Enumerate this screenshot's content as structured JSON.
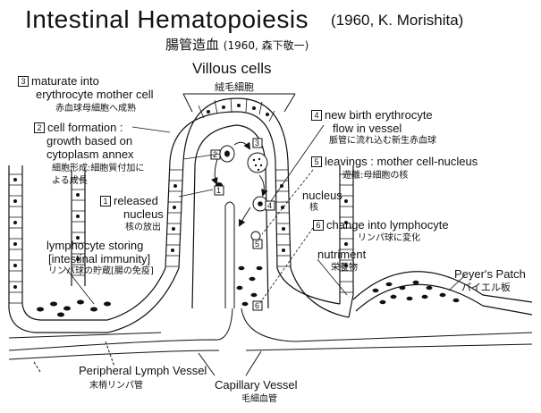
{
  "title": {
    "main": "Intestinal Hematopoiesis",
    "sub": "(1960, K. Morishita)",
    "jp": "腸管造血",
    "jp_sub": "(1960, 森下敬一)"
  },
  "villous": {
    "label": "Villous cells",
    "jp": "絨毛細胞"
  },
  "labels": {
    "s3": {
      "num": "3",
      "en1": "maturate into",
      "en2": "erythrocyte mother cell",
      "jp": "赤血球母細胞へ成熟"
    },
    "s2": {
      "num": "2",
      "en1": "cell formation :",
      "en2": "growth based on",
      "en3": "cytoplasm annex",
      "jp1": "細胞形成:細胞質付加に",
      "jp2": "よる成長"
    },
    "s1": {
      "num": "1",
      "en1": "released",
      "en2": "nucleus",
      "jp": "核の放出"
    },
    "s4": {
      "num": "4",
      "en1": "new birth erythrocyte",
      "en2": "flow in vessel",
      "jp": "脈管に流れ込む新生赤血球"
    },
    "s5": {
      "num": "5",
      "en": "leavings : mother cell-nucleus",
      "jp": "遊離:母細胞の核"
    },
    "nucleus": {
      "en": "nucleus",
      "jp": "核"
    },
    "s6": {
      "num": "6",
      "en": "change into lymphocyte",
      "jp": "リンパ球に変化"
    },
    "nutriment": {
      "en": "nutriment",
      "jp": "栄養物"
    },
    "peyer": {
      "en": "Peyer's Patch",
      "jp": "パイエル板"
    },
    "lymph_storing": {
      "en1": "lymphocyte storing",
      "en2": "[intestinal immunity]",
      "jp": "リンパ球の貯蔵[腸の免疫]"
    },
    "peripheral": {
      "en": "Peripheral Lymph Vessel",
      "jp": "末梢リンパ管"
    },
    "capillary": {
      "en": "Capillary Vessel",
      "jp": "毛細血管"
    }
  },
  "diagram_markers": [
    "1",
    "2",
    "3",
    "4",
    "5",
    "6"
  ]
}
